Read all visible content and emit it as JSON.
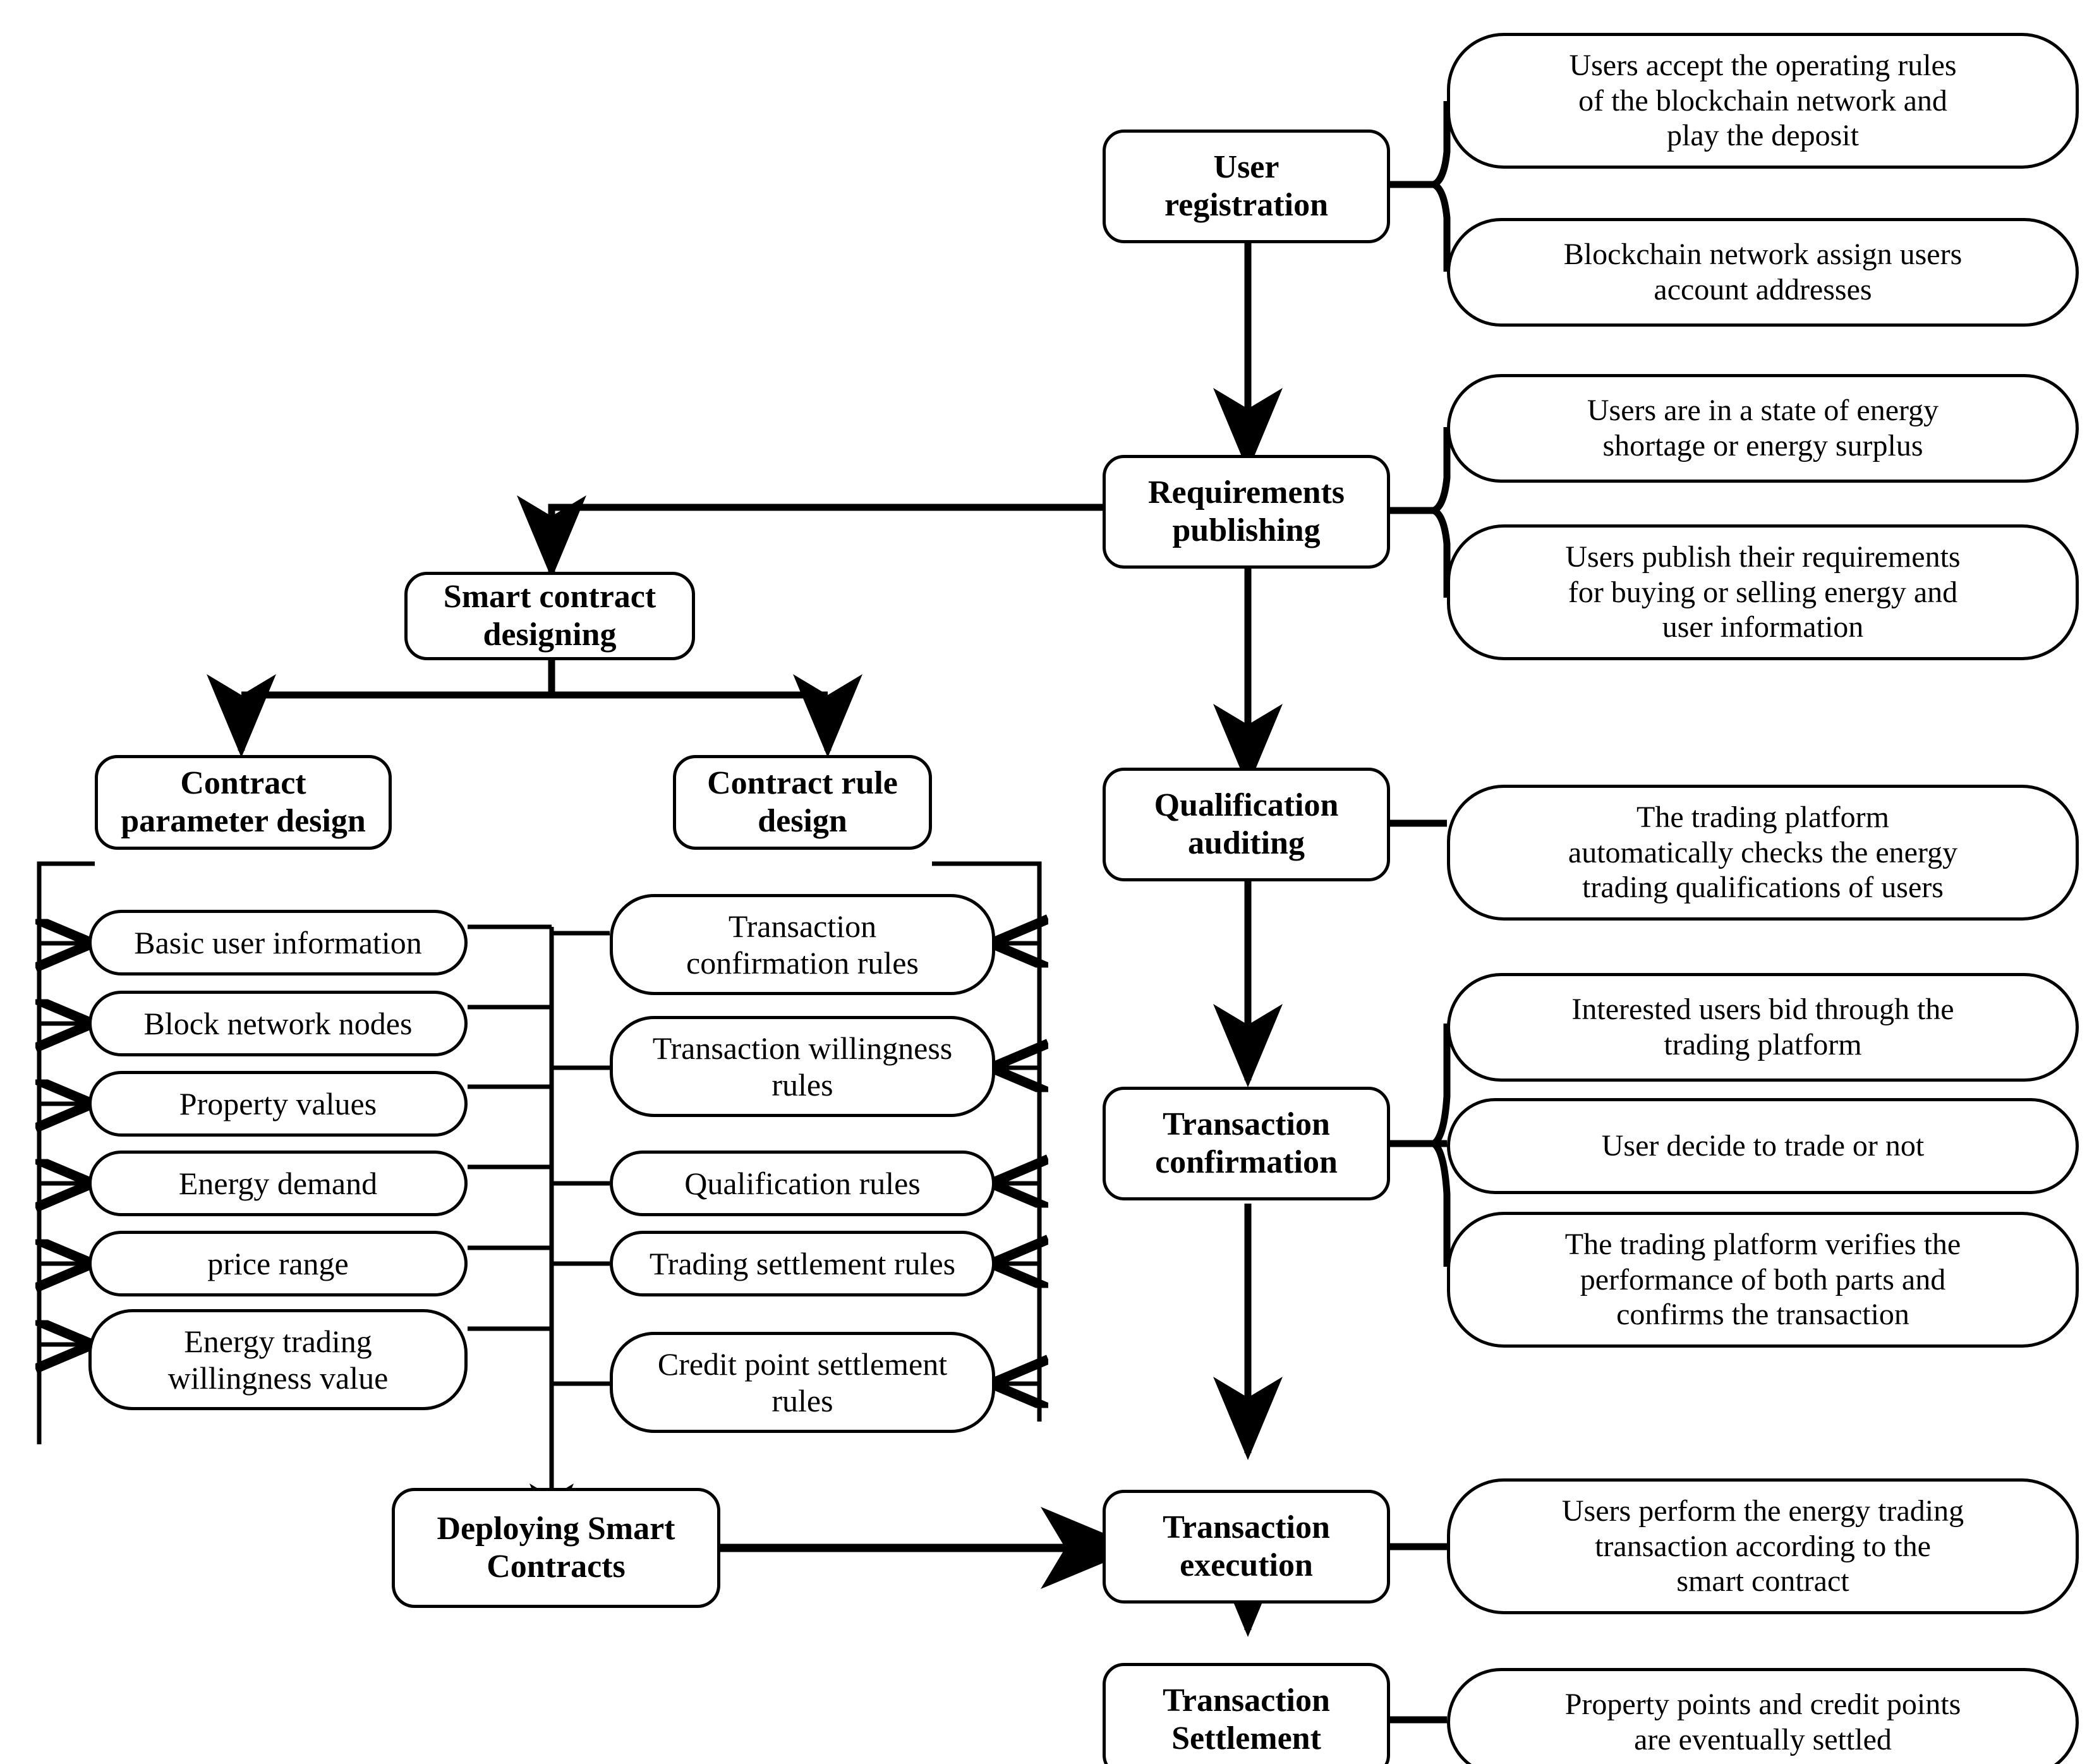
{
  "diagram": {
    "title": "Blockchain energy trading smart contract process flowchart",
    "stroke_color": "#000000",
    "background_color": "#ffffff"
  },
  "main_flow": {
    "steps": [
      {
        "id": "user-registration",
        "label": "User\nregistration"
      },
      {
        "id": "requirements-publishing",
        "label": "Requirements\npublishing"
      },
      {
        "id": "qualification-auditing",
        "label": "Qualification\nauditing"
      },
      {
        "id": "transaction-confirmation",
        "label": "Transaction\nconfirmation"
      },
      {
        "id": "transaction-execution",
        "label": "Transaction\nexecution"
      },
      {
        "id": "transaction-settlement",
        "label": "Transaction\nSettlement"
      }
    ]
  },
  "descriptions": {
    "user_registration": [
      "Users accept the operating rules\nof the blockchain network and\nplay the deposit",
      "Blockchain network assign users\naccount addresses"
    ],
    "requirements_publishing": [
      "Users are in a state of energy\nshortage or energy surplus",
      "Users publish their requirements\nfor buying or selling energy and\nuser information"
    ],
    "qualification_auditing": [
      "The trading platform\nautomatically checks the energy\ntrading qualifications of users"
    ],
    "transaction_confirmation": [
      "Interested users bid through the\ntrading platform",
      "User decide to trade or not",
      "The trading platform verifies the\nperformance of both parts and\nconfirms the transaction"
    ],
    "transaction_execution": [
      "Users perform the energy trading\ntransaction according to the\nsmart contract"
    ],
    "transaction_settlement": [
      "Property points and credit points\nare eventually settled"
    ]
  },
  "smart_contract": {
    "root_label": "Smart contract\ndesigning",
    "branches": [
      {
        "id": "contract-parameter-design",
        "label": "Contract\nparameter design"
      },
      {
        "id": "contract-rule-design",
        "label": "Contract rule\ndesign"
      }
    ],
    "parameters": [
      "Basic user information",
      "Block network nodes",
      "Property values",
      "Energy demand",
      "price range",
      "Energy trading\nwillingness value"
    ],
    "rules": [
      "Transaction\nconfirmation rules",
      "Transaction willingness\nrules",
      "Qualification rules",
      "Trading settlement rules",
      "Credit point settlement\nrules"
    ],
    "deploy_label": "Deploying Smart\nContracts"
  }
}
